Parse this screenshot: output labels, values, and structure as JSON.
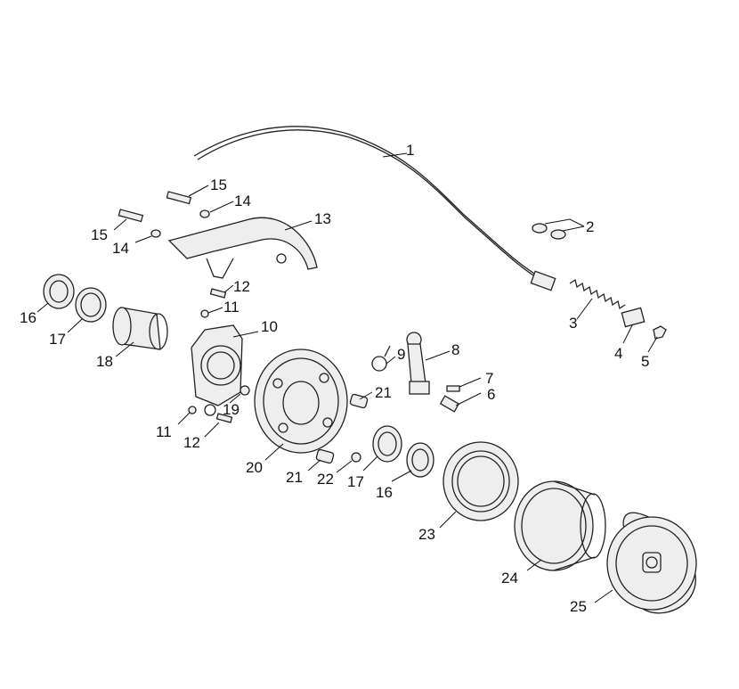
{
  "labels": {
    "l1": "1",
    "l2": "2",
    "l3": "3",
    "l4": "4",
    "l5": "5",
    "l6a": "6",
    "l7": "7",
    "l8": "8",
    "l9": "9",
    "l10": "10",
    "l11a": "11",
    "l11b": "11",
    "l12a": "12",
    "l12b": "12",
    "l13": "13",
    "l14a": "14",
    "l14b": "14",
    "l15a": "15",
    "l15b": "15",
    "l16a": "16",
    "l16b": "16",
    "l17a": "17",
    "l17b": "17",
    "l18": "18",
    "l19": "19",
    "l20": "20",
    "l21a": "21",
    "l21b": "21",
    "l22": "22",
    "l23": "23",
    "l24": "24",
    "l25": "25"
  }
}
